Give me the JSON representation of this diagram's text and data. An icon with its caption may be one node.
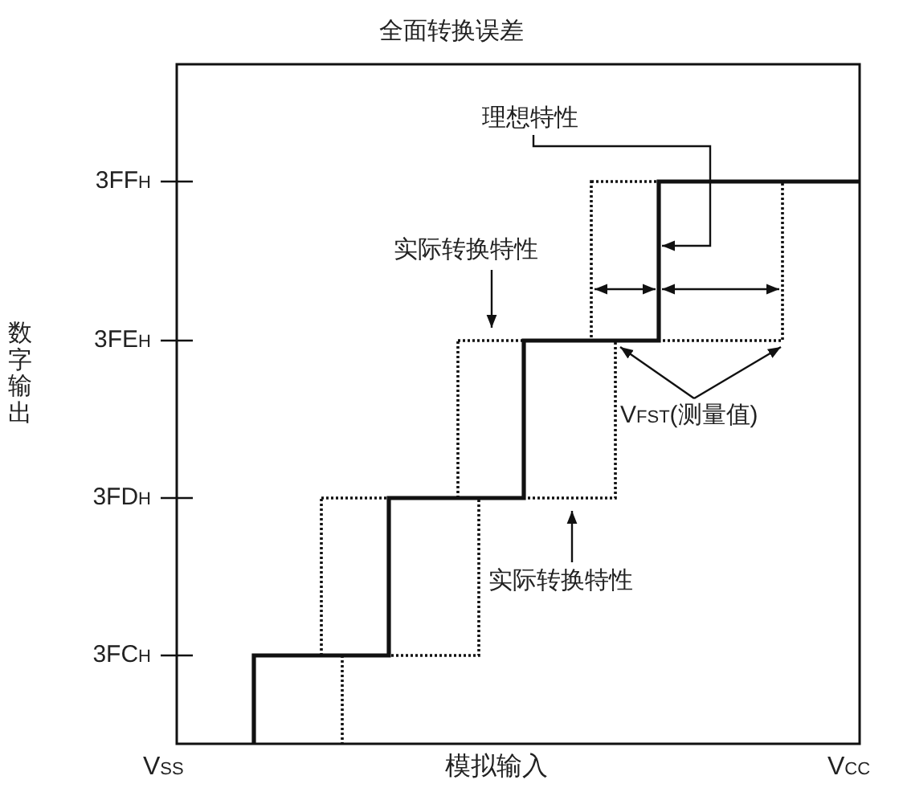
{
  "diagram": {
    "title": "全面转换误差",
    "nodes": [
      {
        "text": [
          "理想特性"
        ]
      },
      {
        "text": [
          "实际转换特性"
        ]
      },
      {
        "text": [
          "V$_{FST}$(测量值)"
        ]
      },
      {
        "text": [
          "实际转换特性"
        ]
      }
    ],
    "edges": [
      {
        "from": 0,
        "to": null,
        "arrow": "to"
      },
      {
        "from": 1,
        "to": null,
        "arrow": "to"
      },
      {
        "from": 2,
        "to": null,
        "arrow": "to"
      },
      {
        "from": 2,
        "to": null,
        "arrow": "to"
      },
      {
        "from": 3,
        "to": null,
        "arrow": "to"
      }
    ],
    "labels": [
      "数字输出",
      "3FF$_{H}$",
      "3FE$_{H}$",
      "3FD$_{H}$",
      "3FC$_{H}$",
      "V$_{SS}$",
      "模拟输入",
      "V$_{CC}$"
    ]
  }
}
